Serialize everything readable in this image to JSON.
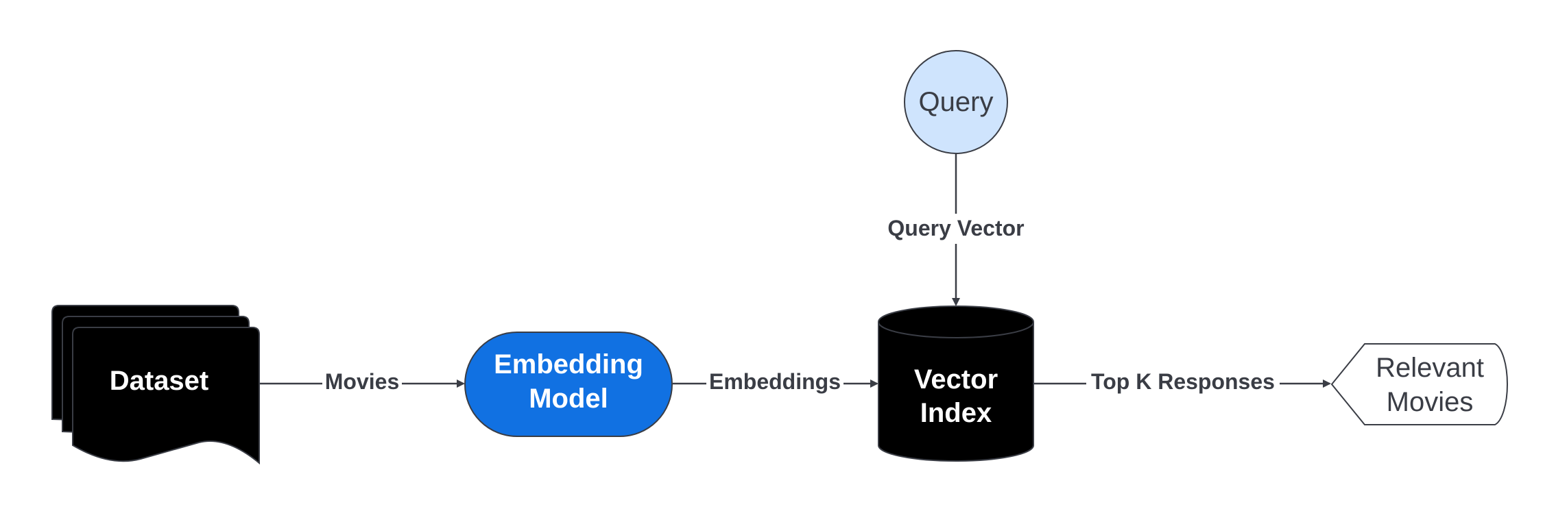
{
  "nodes": {
    "dataset": {
      "label": "Dataset"
    },
    "embedding_model": {
      "line1": "Embedding",
      "line2": "Model"
    },
    "vector_index": {
      "line1": "Vector",
      "line2": "Index"
    },
    "query": {
      "label": "Query"
    },
    "relevant_movies": {
      "line1": "Relevant",
      "line2": "Movies"
    }
  },
  "edges": {
    "dataset_to_model": "Movies",
    "model_to_index": "Embeddings",
    "query_to_index": "Query Vector",
    "index_to_results": "Top K Responses"
  },
  "colors": {
    "stroke": "#3a3d45",
    "dataset_fill": "#000000",
    "embedding_fill": "#1171e2",
    "vector_index_fill": "#000000",
    "query_fill": "#cfe4fd",
    "results_fill": "#ffffff"
  }
}
